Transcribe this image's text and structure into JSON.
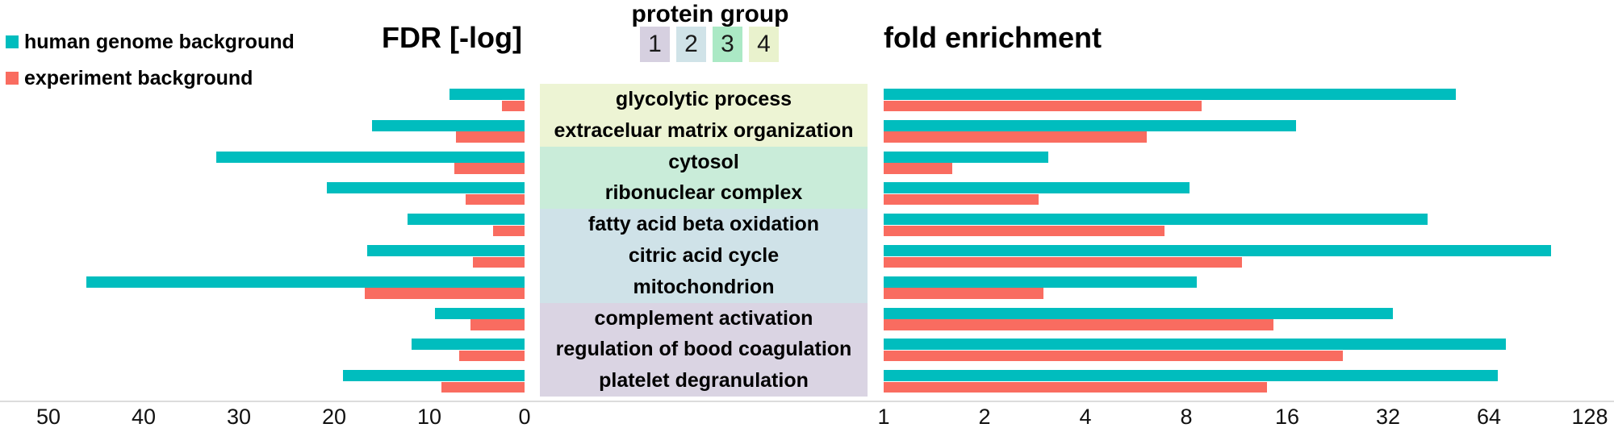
{
  "legend": {
    "items": [
      {
        "label": "human genome background",
        "color": "#00bdbe"
      },
      {
        "label": "experiment background",
        "color": "#f96c60"
      }
    ]
  },
  "protein_group_legend": {
    "title": "protein group",
    "groups": [
      {
        "id": "1",
        "box_color": "#d6d0e0",
        "band_color": "#dad4e3"
      },
      {
        "id": "2",
        "box_color": "#d0e3e8",
        "band_color": "#cfe2e8"
      },
      {
        "id": "3",
        "box_color": "#abe9c5",
        "band_color": "#c9ecd9"
      },
      {
        "id": "4",
        "box_color": "#e9f2cd",
        "band_color": "#edf4d4"
      }
    ]
  },
  "colors": {
    "human_genome": "#00bdbe",
    "experiment": "#f96c60",
    "axis_line": "#dcdcdc"
  },
  "chart_data": {
    "type": "bar",
    "subtype": "butterfly-horizontal",
    "categories": [
      "glycolytic process",
      "extraceluar matrix organization",
      "cytosol",
      "ribonuclear complex",
      "fatty acid beta oxidation",
      "citric acid cycle",
      "mitochondrion",
      "complement activation",
      "regulation of bood coagulation",
      "platelet degranulation"
    ],
    "category_protein_group": [
      4,
      4,
      3,
      3,
      2,
      2,
      2,
      1,
      1,
      1
    ],
    "series_names": [
      "human genome background",
      "experiment background"
    ],
    "left": {
      "title": "FDR [-log]",
      "axis": "linear-reversed",
      "axis_ticks": [
        50,
        40,
        30,
        20,
        10,
        0
      ],
      "series": [
        {
          "name": "human genome background",
          "values": [
            7.9,
            16.0,
            32.4,
            20.8,
            12.3,
            16.5,
            46.0,
            9.4,
            11.9,
            19.1
          ]
        },
        {
          "name": "experiment background",
          "values": [
            2.4,
            7.2,
            7.4,
            6.2,
            3.3,
            5.4,
            16.8,
            5.7,
            6.9,
            8.7
          ]
        }
      ]
    },
    "right": {
      "title": "fold enrichment",
      "axis": "log2",
      "axis_ticks": [
        1,
        2,
        4,
        8,
        16,
        32,
        64,
        128
      ],
      "series": [
        {
          "name": "human genome background",
          "values": [
            51,
            17,
            3.1,
            8.2,
            42,
            98,
            8.6,
            33,
            72,
            68
          ]
        },
        {
          "name": "experiment background",
          "values": [
            8.9,
            6.1,
            1.6,
            2.9,
            6.9,
            11.7,
            3.0,
            14.6,
            23.4,
            13.9
          ]
        }
      ]
    }
  }
}
